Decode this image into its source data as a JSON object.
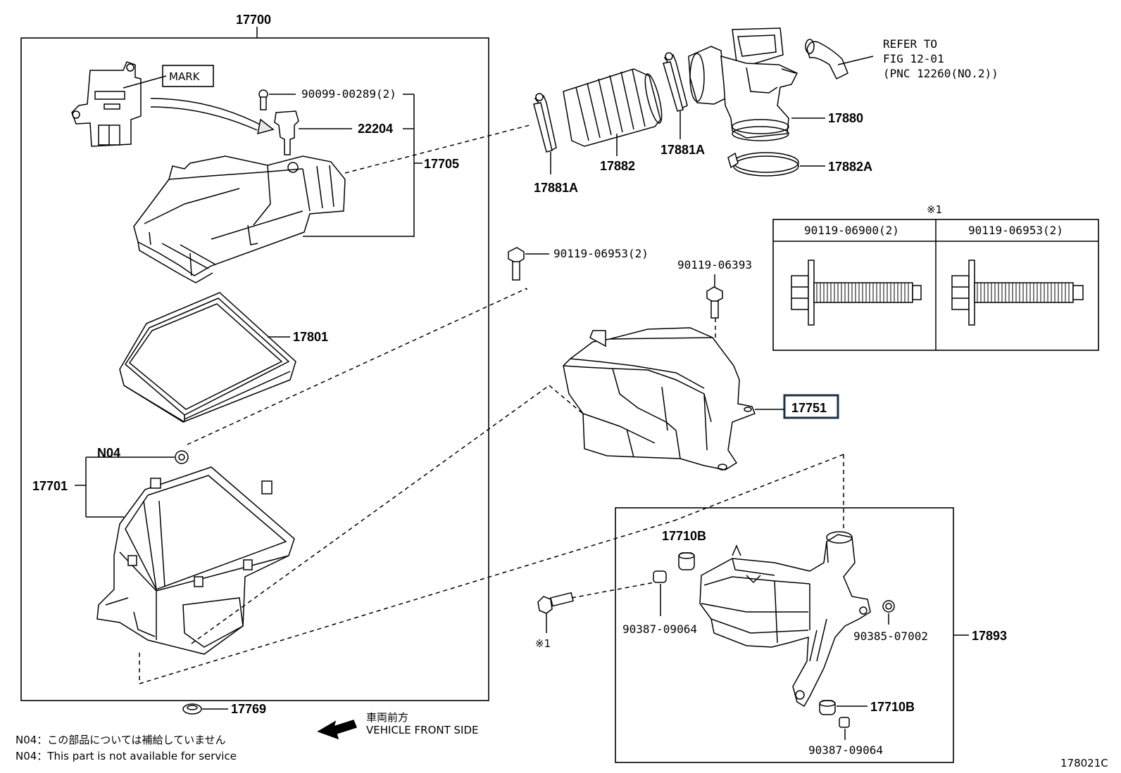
{
  "diagram": {
    "drawing_code": "178021C",
    "mark_label": "MARK",
    "refer": {
      "line1": "REFER TO",
      "line2": "FIG 12-01",
      "line3": "(PNC 12260(NO.2))"
    },
    "parts": {
      "p17700": "17700",
      "p90099": "90099-00289(2)",
      "p22204": "22204",
      "p17705": "17705",
      "p17801": "17801",
      "pN04": "N04",
      "p17701": "17701",
      "p17769": "17769",
      "p17881A_left": "17881A",
      "p17882": "17882",
      "p17881A_right": "17881A",
      "p17880": "17880",
      "p17882A": "17882A",
      "p90119_06953": "90119-06953(2)",
      "p90119_06393": "90119-06393",
      "p17751": "17751",
      "p17710B_top": "17710B",
      "p90387_top": "90387-09064",
      "p90385": "90385-07002",
      "p17893": "17893",
      "p17710B_bottom": "17710B",
      "p90387_bottom": "90387-09064",
      "ref_mark_small": "※1"
    },
    "bolt_table": {
      "ref_mark": "※1",
      "col1": "90119-06900(2)",
      "col2": "90119-06953(2)"
    },
    "direction": {
      "jp": "車両前方",
      "en": "VEHICLE FRONT SIDE"
    },
    "notes": {
      "jp": "N04：この部品については補給していません",
      "en": "N04：This part is not available for service"
    }
  }
}
